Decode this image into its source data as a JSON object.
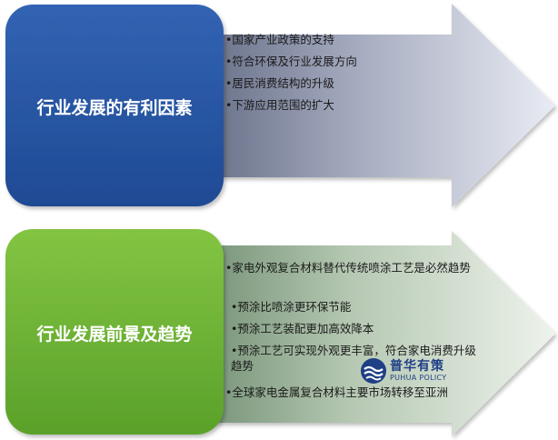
{
  "colors": {
    "top_box": "#2a56a3",
    "bottom_box": "#69b12f",
    "arrow_top": "#9aa3bb",
    "arrow_bottom": "#a9c4a0",
    "logo": "#1f3f86"
  },
  "top_section": {
    "title": "行业发展的有利因素",
    "bullets": [
      "•国家产业政策的支持",
      "•符合环保及行业发展方向",
      "•居民消费结构的升级",
      "•下游应用范围的扩大"
    ]
  },
  "bottom_section": {
    "title": "行业发展前景及趋势",
    "bullets": [
      "•家电外观复合材料替代传统喷涂工艺是必然趋势",
      "•预涂比喷涂更环保节能",
      "•预涂工艺装配更加高效降本",
      "•预涂工艺可实现外观更丰富，符合家电消费升级趋势",
      "•全球家电金属复合材料主要市场转移至亚洲"
    ]
  },
  "logo": {
    "name": "普华有策",
    "subtitle": "PUHUA POLICY",
    "icon": "wave-logo-icon"
  }
}
